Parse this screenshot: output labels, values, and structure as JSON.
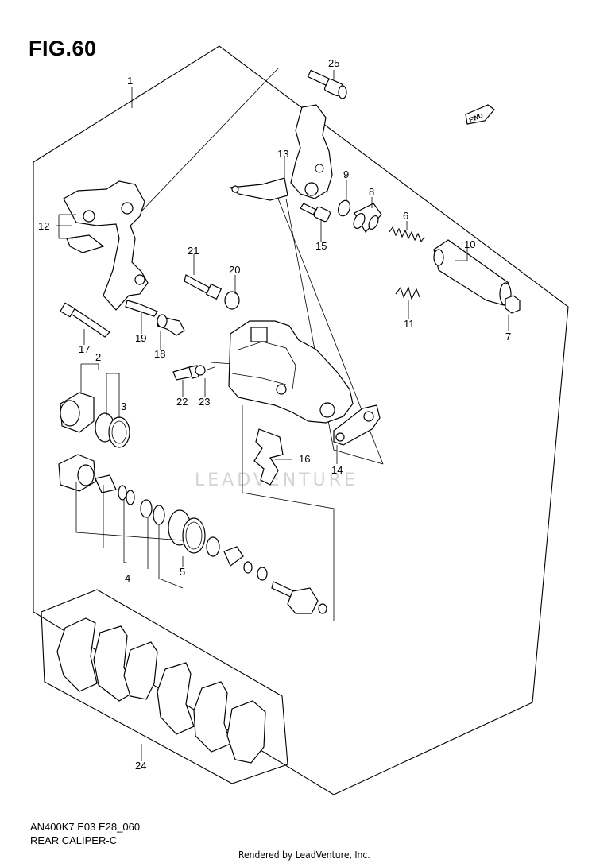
{
  "header": {
    "figure_title": "FIG.60"
  },
  "footer": {
    "model_code": "AN400K7 E03 E28_060",
    "section_name": "REAR CALIPER-C",
    "render_credit": "Rendered by LeadVenture, Inc."
  },
  "watermark": {
    "text": "LEADVENTURE"
  },
  "direction_tag": {
    "text": "FWD"
  },
  "callouts": {
    "c1": "1",
    "c2": "2",
    "c3": "3",
    "c4": "4",
    "c5": "5",
    "c6": "6",
    "c7": "7",
    "c8": "8",
    "c9": "9",
    "c10": "10",
    "c11": "11",
    "c12": "12",
    "c13": "13",
    "c14": "14",
    "c15": "15",
    "c16": "16",
    "c17": "17",
    "c18": "18",
    "c19": "19",
    "c20": "20",
    "c21": "21",
    "c22": "22",
    "c23": "23",
    "c24": "24",
    "c25": "25"
  }
}
